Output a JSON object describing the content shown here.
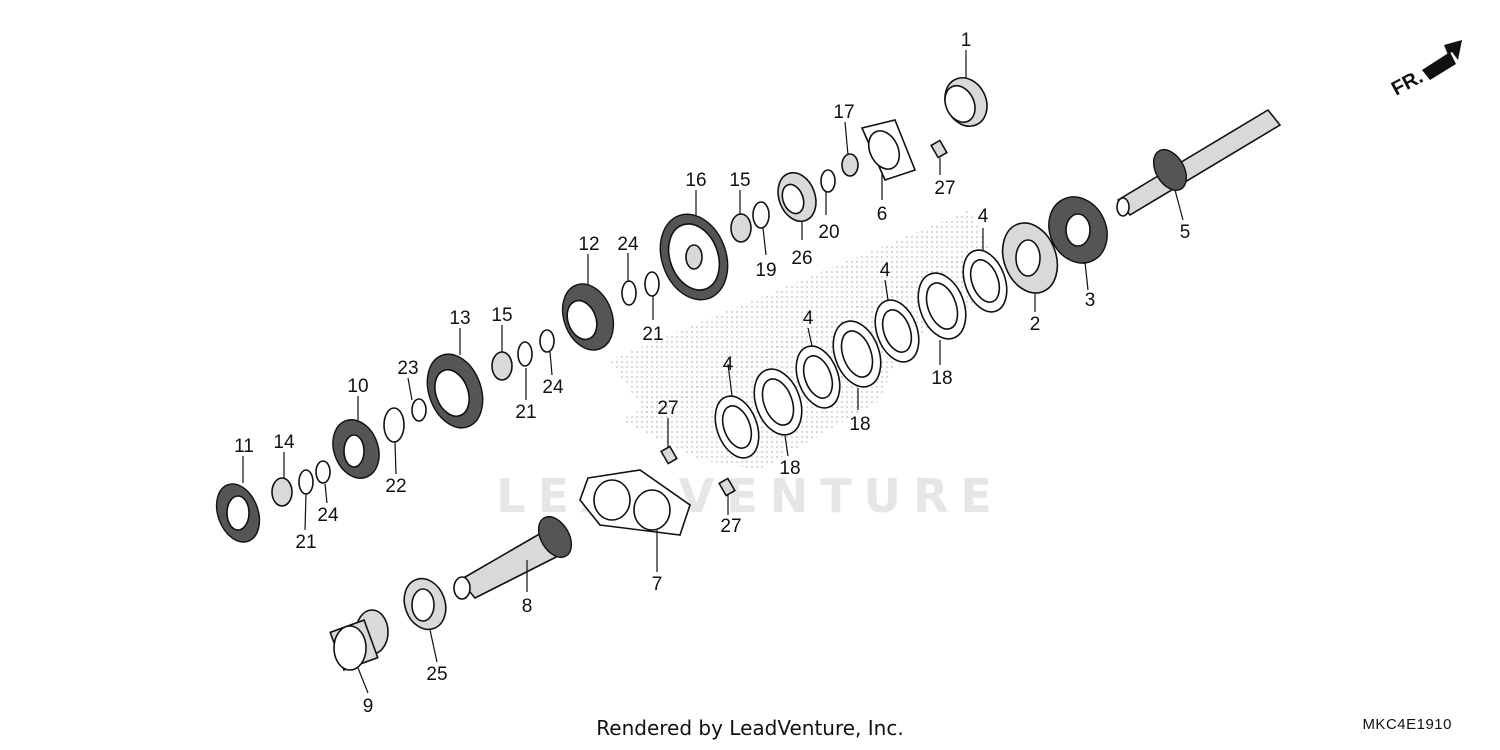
{
  "footer": {
    "rendered_by": "Rendered by LeadVenture, Inc.",
    "diagram_code": "MKC4E1910"
  },
  "direction": {
    "label": "FR."
  },
  "watermark": {
    "text": "LEADVENTURE"
  },
  "callouts": [
    {
      "id": "c1",
      "number": "1"
    },
    {
      "id": "c17",
      "number": "17"
    },
    {
      "id": "c27a",
      "number": "27"
    },
    {
      "id": "c6",
      "number": "6"
    },
    {
      "id": "c16",
      "number": "16"
    },
    {
      "id": "c15a",
      "number": "15"
    },
    {
      "id": "c20",
      "number": "20"
    },
    {
      "id": "c26",
      "number": "26"
    },
    {
      "id": "c19",
      "number": "19"
    },
    {
      "id": "c12",
      "number": "12"
    },
    {
      "id": "c24a",
      "number": "24"
    },
    {
      "id": "c21a",
      "number": "21"
    },
    {
      "id": "c5",
      "number": "5"
    },
    {
      "id": "c3",
      "number": "3"
    },
    {
      "id": "c2",
      "number": "2"
    },
    {
      "id": "c4a",
      "number": "4"
    },
    {
      "id": "c4b",
      "number": "4"
    },
    {
      "id": "c4c",
      "number": "4"
    },
    {
      "id": "c4d",
      "number": "4"
    },
    {
      "id": "c18a",
      "number": "18"
    },
    {
      "id": "c18b",
      "number": "18"
    },
    {
      "id": "c18c",
      "number": "18"
    },
    {
      "id": "c13",
      "number": "13"
    },
    {
      "id": "c15b",
      "number": "15"
    },
    {
      "id": "c21b",
      "number": "21"
    },
    {
      "id": "c24b",
      "number": "24"
    },
    {
      "id": "c23",
      "number": "23"
    },
    {
      "id": "c10",
      "number": "10"
    },
    {
      "id": "c11",
      "number": "11"
    },
    {
      "id": "c14",
      "number": "14"
    },
    {
      "id": "c22",
      "number": "22"
    },
    {
      "id": "c24c",
      "number": "24"
    },
    {
      "id": "c21c",
      "number": "21"
    },
    {
      "id": "c27b",
      "number": "27"
    },
    {
      "id": "c27c",
      "number": "27"
    },
    {
      "id": "c7",
      "number": "7"
    },
    {
      "id": "c8",
      "number": "8"
    },
    {
      "id": "c25",
      "number": "25"
    },
    {
      "id": "c9",
      "number": "9"
    }
  ]
}
